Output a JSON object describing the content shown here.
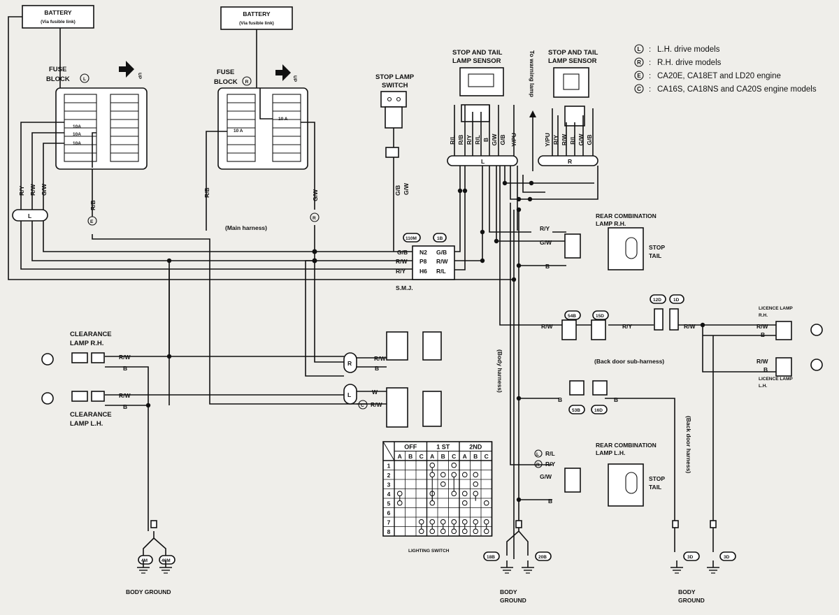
{
  "battery": {
    "label": "BATTERY",
    "sub": "(Via fusible link)"
  },
  "fuse_block_lh": {
    "title_1": "FUSE",
    "title_2": "BLOCK",
    "marker": "L",
    "up": "UP",
    "fuses": [
      "10A",
      "10A",
      "10A"
    ]
  },
  "fuse_block_rh": {
    "title_1": "FUSE",
    "title_2": "BLOCK",
    "marker": "R",
    "up": "UP",
    "fuses": [
      "10 A",
      "10 A"
    ]
  },
  "stop_lamp_switch": {
    "line_1": "STOP LAMP",
    "line_2": "SWITCH"
  },
  "sensor": {
    "line_1": "STOP AND TAIL",
    "line_2": "LAMP SENSOR"
  },
  "to_warning_lamp": "To warning lamp",
  "legend": [
    {
      "symbol": "L",
      "text": "L.H. drive models"
    },
    {
      "symbol": "R",
      "text": "R.H. drive models"
    },
    {
      "symbol": "E",
      "text": "CA20E, CA18ET and LD20 engine"
    },
    {
      "symbol": "C",
      "text": "CA16S, CA18NS and CA20S engine models"
    }
  ],
  "harness": {
    "main": "(Main harness)",
    "body": "(Body harness)",
    "back_door_sub": "(Back door sub-harness)",
    "back_door": "(Back door harness)"
  },
  "smj": {
    "label": "S.M.J.",
    "conn_left": "110M",
    "conn_right": "1B",
    "pins": [
      "N2",
      "P8",
      "H6"
    ]
  },
  "wires": {
    "rw": "R/W",
    "ry": "R/Y",
    "gw": "G/W",
    "rb": "R/B",
    "gb": "G/B",
    "rl": "R/L",
    "b": "B",
    "w": "W",
    "ypu": "Y/PU",
    "e_mark": "E",
    "r_mark": "R",
    "l_mark": "L",
    "c_mark": "C"
  },
  "rear_combination_rh": {
    "line_1": "REAR COMBINATION",
    "line_2": "LAMP R.H.",
    "stop": "STOP",
    "tail": "TAIL"
  },
  "rear_combination_lh": {
    "line_1": "REAR COMBINATION",
    "line_2": "LAMP L.H.",
    "stop": "STOP",
    "tail": "TAIL"
  },
  "clearance_rh": {
    "line_1": "CLEARANCE",
    "line_2": "LAMP R.H."
  },
  "clearance_lh": {
    "line_1": "CLEARANCE",
    "line_2": "LAMP L.H."
  },
  "licence_rh": {
    "line_1": "LICENCE LAMP",
    "line_2": "R.H."
  },
  "licence_lh": {
    "line_1": "LICENCE LAMP",
    "line_2": "L.H."
  },
  "connectors": {
    "c54b": "54B",
    "c15d": "15D",
    "c12d": "12D",
    "c1d": "1D",
    "c53b": "53B",
    "c16d": "16D",
    "c4m": "4M",
    "c46m": "46M",
    "c18b": "18B",
    "c20b": "20B",
    "c3d": "3D"
  },
  "body_ground": {
    "line_1": "BODY",
    "line_2": "GROUND",
    "single": "BODY GROUND"
  },
  "lighting_switch": {
    "caption": "LIGHTING SWITCH",
    "groups": [
      "OFF",
      "1 ST",
      "2ND"
    ],
    "cols": [
      "A",
      "B",
      "C",
      "A",
      "B",
      "C",
      "A",
      "B",
      "C"
    ],
    "rows": [
      "1",
      "2",
      "3",
      "4",
      "5",
      "6",
      "7",
      "8"
    ]
  }
}
